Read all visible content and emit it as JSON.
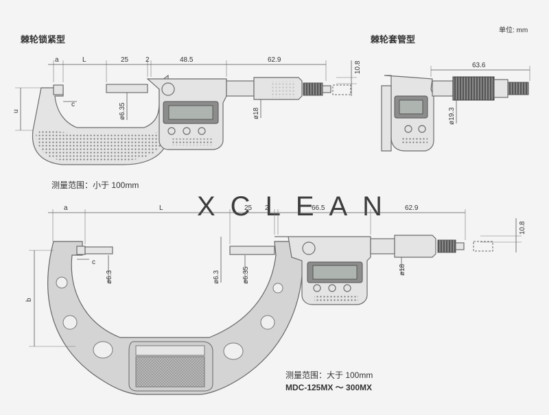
{
  "titles": {
    "ratchet_lock": "棘轮锁紧型",
    "ratchet_sleeve": "棘轮套管型",
    "unit": "单位: mm"
  },
  "watermark": "XCLEAN",
  "top_left_dims": {
    "a": "a",
    "L": "L",
    "d25": "25",
    "d2": "2",
    "d48_5": "48.5",
    "d62_9": "62.9",
    "d10_8": "10.8",
    "c": "c",
    "u": "u",
    "phi6_35": "ø6.35",
    "phi18": "ø18"
  },
  "top_right_dims": {
    "d63_6": "63.6",
    "phi19_3": "ø19.3"
  },
  "range_small": "测量范围：小于 100mm",
  "bottom_dims": {
    "a": "a",
    "L": "L",
    "d25": "25",
    "d2": "2",
    "d66_5": "66.5",
    "d62_9": "62.9",
    "d10_8": "10.8",
    "b": "b",
    "c": "c",
    "phi6_3a": "ø6.3",
    "phi6_3b": "ø6.3",
    "phi6_35": "ø6.35",
    "phi18": "ø18"
  },
  "range_large": "测量范围：大于 100mm",
  "model": "MDC-125MX ～ 300MX"
}
